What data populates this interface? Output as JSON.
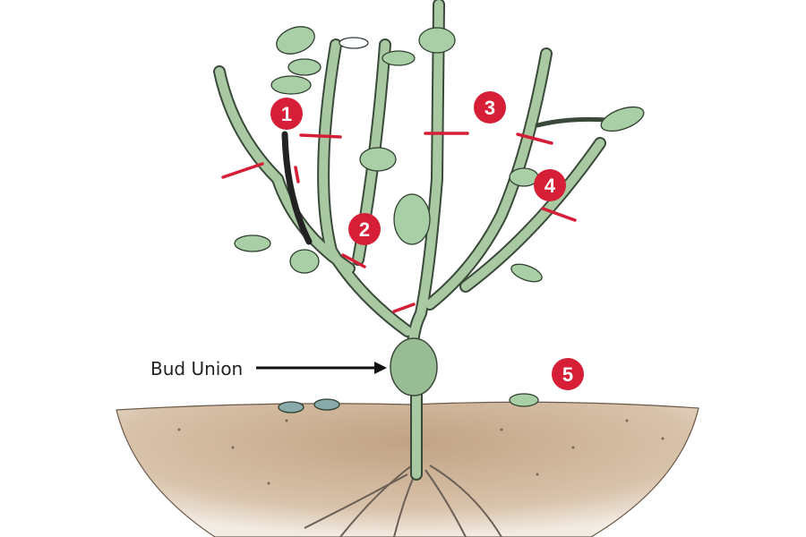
{
  "labels": {
    "bud_union": "Bud Union",
    "markers": [
      "1",
      "2",
      "3",
      "4",
      "5"
    ]
  },
  "colors": {
    "marker": "#d61f36",
    "cut_line": "#d61f36",
    "stem": "#a9c9a3",
    "outline": "#3a4a3a",
    "soil": "#c9ab8f"
  }
}
